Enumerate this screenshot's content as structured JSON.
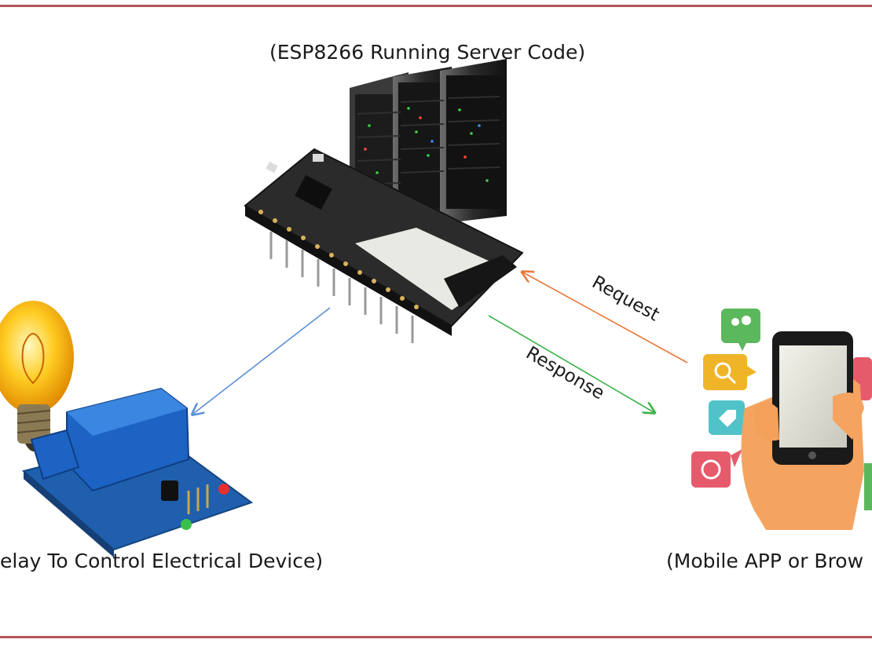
{
  "labels": {
    "server": "(ESP8266 Running Server Code)",
    "relay": "elay To Control Electrical Device)",
    "mobile": "(Mobile APP or Brow",
    "request": "Request",
    "response": "Response"
  },
  "colors": {
    "border": "#b5555a",
    "request_arrow": "#e8793a",
    "response_arrow": "#3bb34a",
    "relay_arrow": "#5b8fd6"
  },
  "icons": [
    "server-rack-icon",
    "esp8266-board-icon",
    "light-bulb-icon",
    "relay-module-icon",
    "smartphone-icon",
    "contacts-app-icon",
    "search-app-icon",
    "tag-app-icon",
    "phone-app-icon"
  ]
}
